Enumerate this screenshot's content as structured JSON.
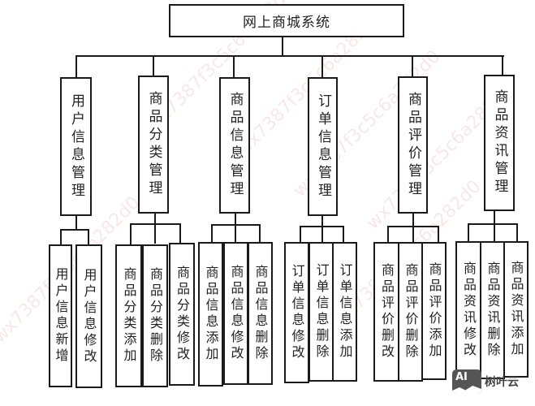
{
  "diagram": {
    "title": "网上商城系统",
    "modules": [
      {
        "label": "用户信息管理",
        "children": [
          "用户信息新增",
          "用户信息修改"
        ]
      },
      {
        "label": "商品分类管理",
        "children": [
          "商品分类添加",
          "商品分类删除",
          "商品分类修改"
        ]
      },
      {
        "label": "商品信息管理",
        "children": [
          "商品信息添加",
          "商品信息修改",
          "商品信息删除"
        ]
      },
      {
        "label": "订单信息管理",
        "children": [
          "订单信息修改",
          "订单信息删除",
          "订单信息添加"
        ]
      },
      {
        "label": "商品评价管理",
        "children": [
          "商品评价删改",
          "商品评价删除",
          "商品评价添加"
        ]
      },
      {
        "label": "商品资讯管理",
        "children": [
          "商品资讯修改",
          "商品资讯删除",
          "商品资讯添加"
        ]
      }
    ]
  },
  "watermark": {
    "text": "wx7387f3c5c6a282d0",
    "color": "#dc7878"
  },
  "logo": {
    "icon": "AI",
    "text": "树叶云"
  },
  "colors": {
    "line": "#1a1a1a",
    "background": "#ffffff"
  }
}
